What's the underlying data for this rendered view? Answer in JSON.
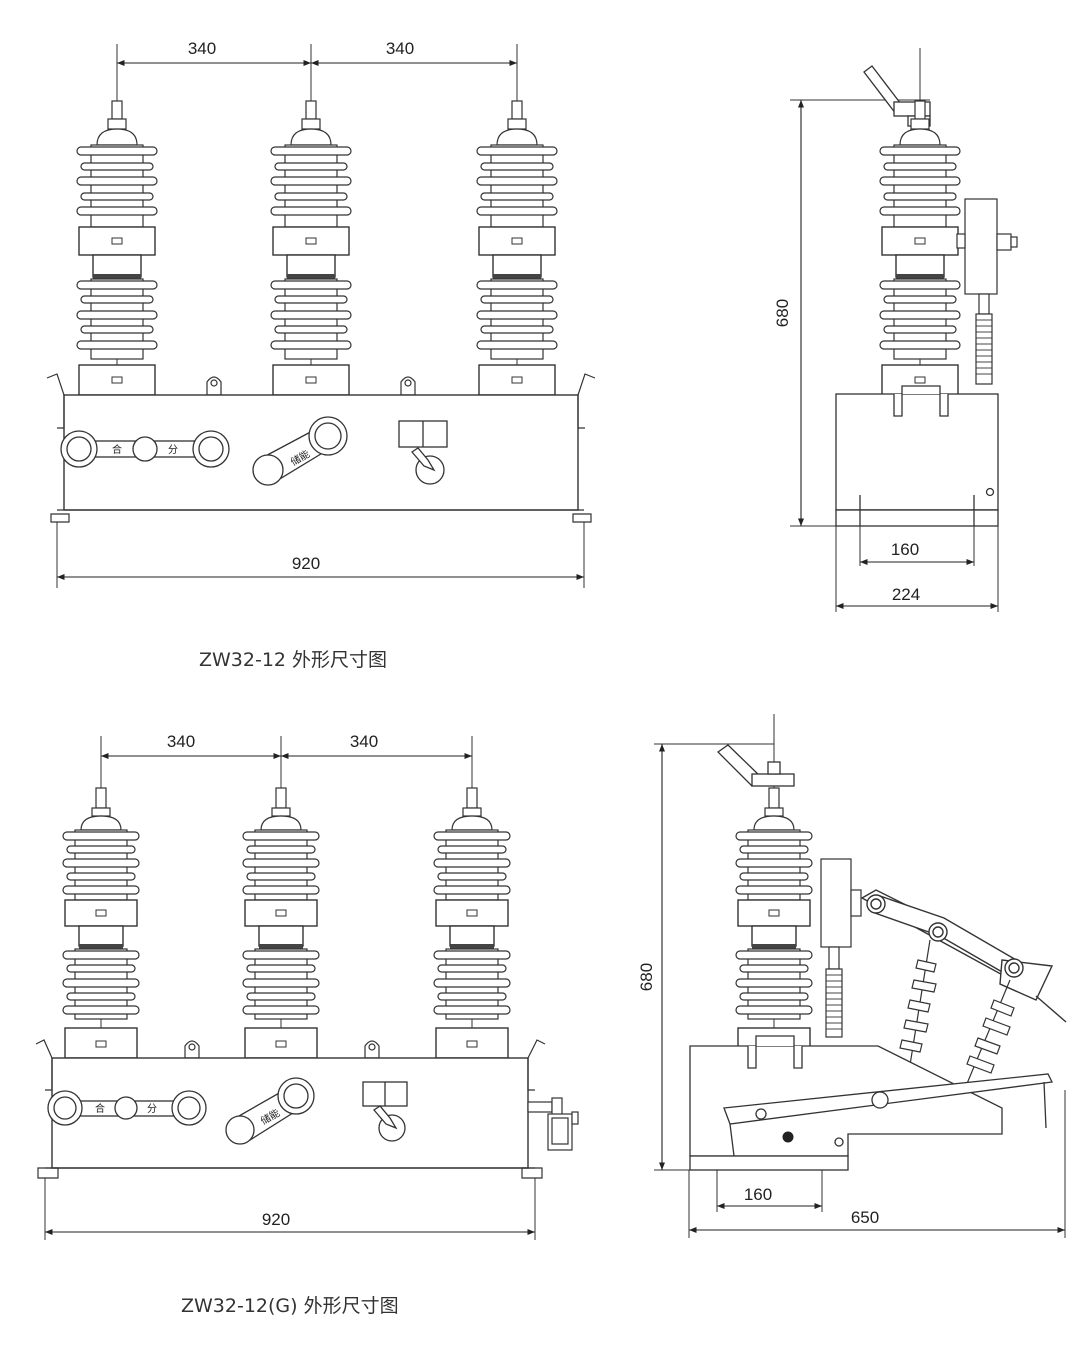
{
  "figures": [
    {
      "caption": "ZW32-12 外形尺寸图",
      "front_view": {
        "pole_spacing_left": "340",
        "pole_spacing_right": "340",
        "overall_width": "920",
        "handle_label_close": "合",
        "handle_label_open": "分",
        "spring_handle_label": "储能"
      },
      "side_view": {
        "height": "680",
        "mount_spacing": "160",
        "depth": "224"
      }
    },
    {
      "caption": "ZW32-12(G) 外形尺寸图",
      "front_view": {
        "pole_spacing_left": "340",
        "pole_spacing_right": "340",
        "overall_width": "920",
        "handle_label_close": "合",
        "handle_label_open": "分",
        "spring_handle_label": "储能"
      },
      "side_view": {
        "height": "680",
        "mount_spacing": "160",
        "depth": "650"
      }
    }
  ]
}
